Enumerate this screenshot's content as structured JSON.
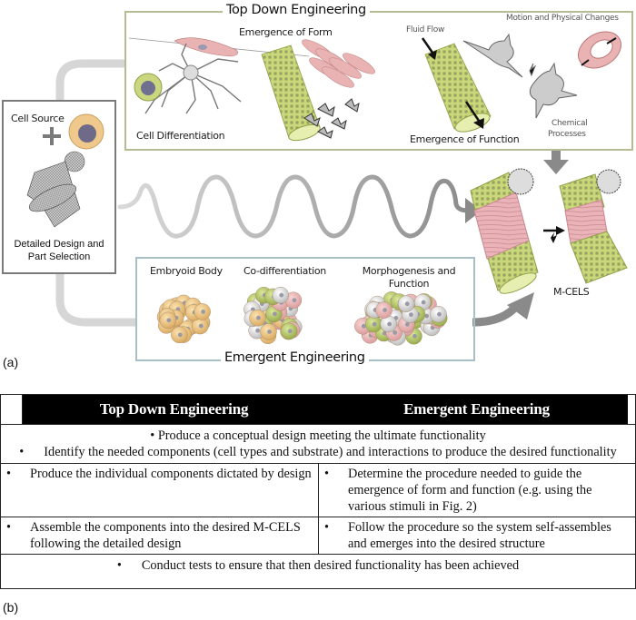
{
  "panel_a": {
    "label": "(a)",
    "top_down_box": {
      "title": "Top Down Engineering",
      "labels": {
        "cell_differentiation": "Cell Differentiation",
        "emergence_of_form": "Emergence of Form",
        "fluid_flow": "Fluid Flow",
        "emergence_of_function": "Emergence of Function",
        "motion_physical_changes": "Motion and Physical Changes",
        "chemical_processes_line1": "Chemical",
        "chemical_processes_line2": "Processes"
      },
      "border_color": "#b7bb93"
    },
    "source_box": {
      "cell_source": "Cell Source",
      "plus": "+",
      "caption_line1": "Detailed Design and",
      "caption_line2": "Part Selection",
      "border_color": "#7a7a7a"
    },
    "emergent_box": {
      "title": "Emergent Engineering",
      "labels": {
        "embryoid_body": "Embryoid Body",
        "co_differentiation": "Co-differentiation",
        "morphogenesis_line1": "Morphogenesis and",
        "morphogenesis_line2": "Function"
      },
      "border_color": "#a9bfc6"
    },
    "result_label": "M-CELS",
    "colors": {
      "cell_green": "#c9d77a",
      "cell_pink": "#eab3b3",
      "cell_tan": "#efc98b",
      "cell_white": "#e3e3e3",
      "nucleus": "#8f8f9f",
      "arrow_gray": "#8a8a8a"
    }
  },
  "panel_b": {
    "label": "(b)",
    "table": {
      "headers": [
        "Top Down Engineering",
        "Emergent Engineering"
      ],
      "shared_rows": [
        [
          "Produce a conceptual design meeting the ultimate functionality",
          "Identify the needed components (cell types and substrate) and interactions to produce the desired functionality"
        ]
      ],
      "split_rows": [
        {
          "top_down": "Produce the individual components dictated by design",
          "emergent": "Determine the procedure needed to guide the emergence of form and function (e.g. using the various stimuli in Fig. 2)"
        },
        {
          "top_down": "Assemble the components into the desired M-CELS following the detailed design",
          "emergent": "Follow the procedure so the system self-assembles and emerges into the desired structure"
        }
      ],
      "final_row": "Conduct tests to ensure that then desired functionality has been achieved",
      "bullet": "•"
    }
  }
}
